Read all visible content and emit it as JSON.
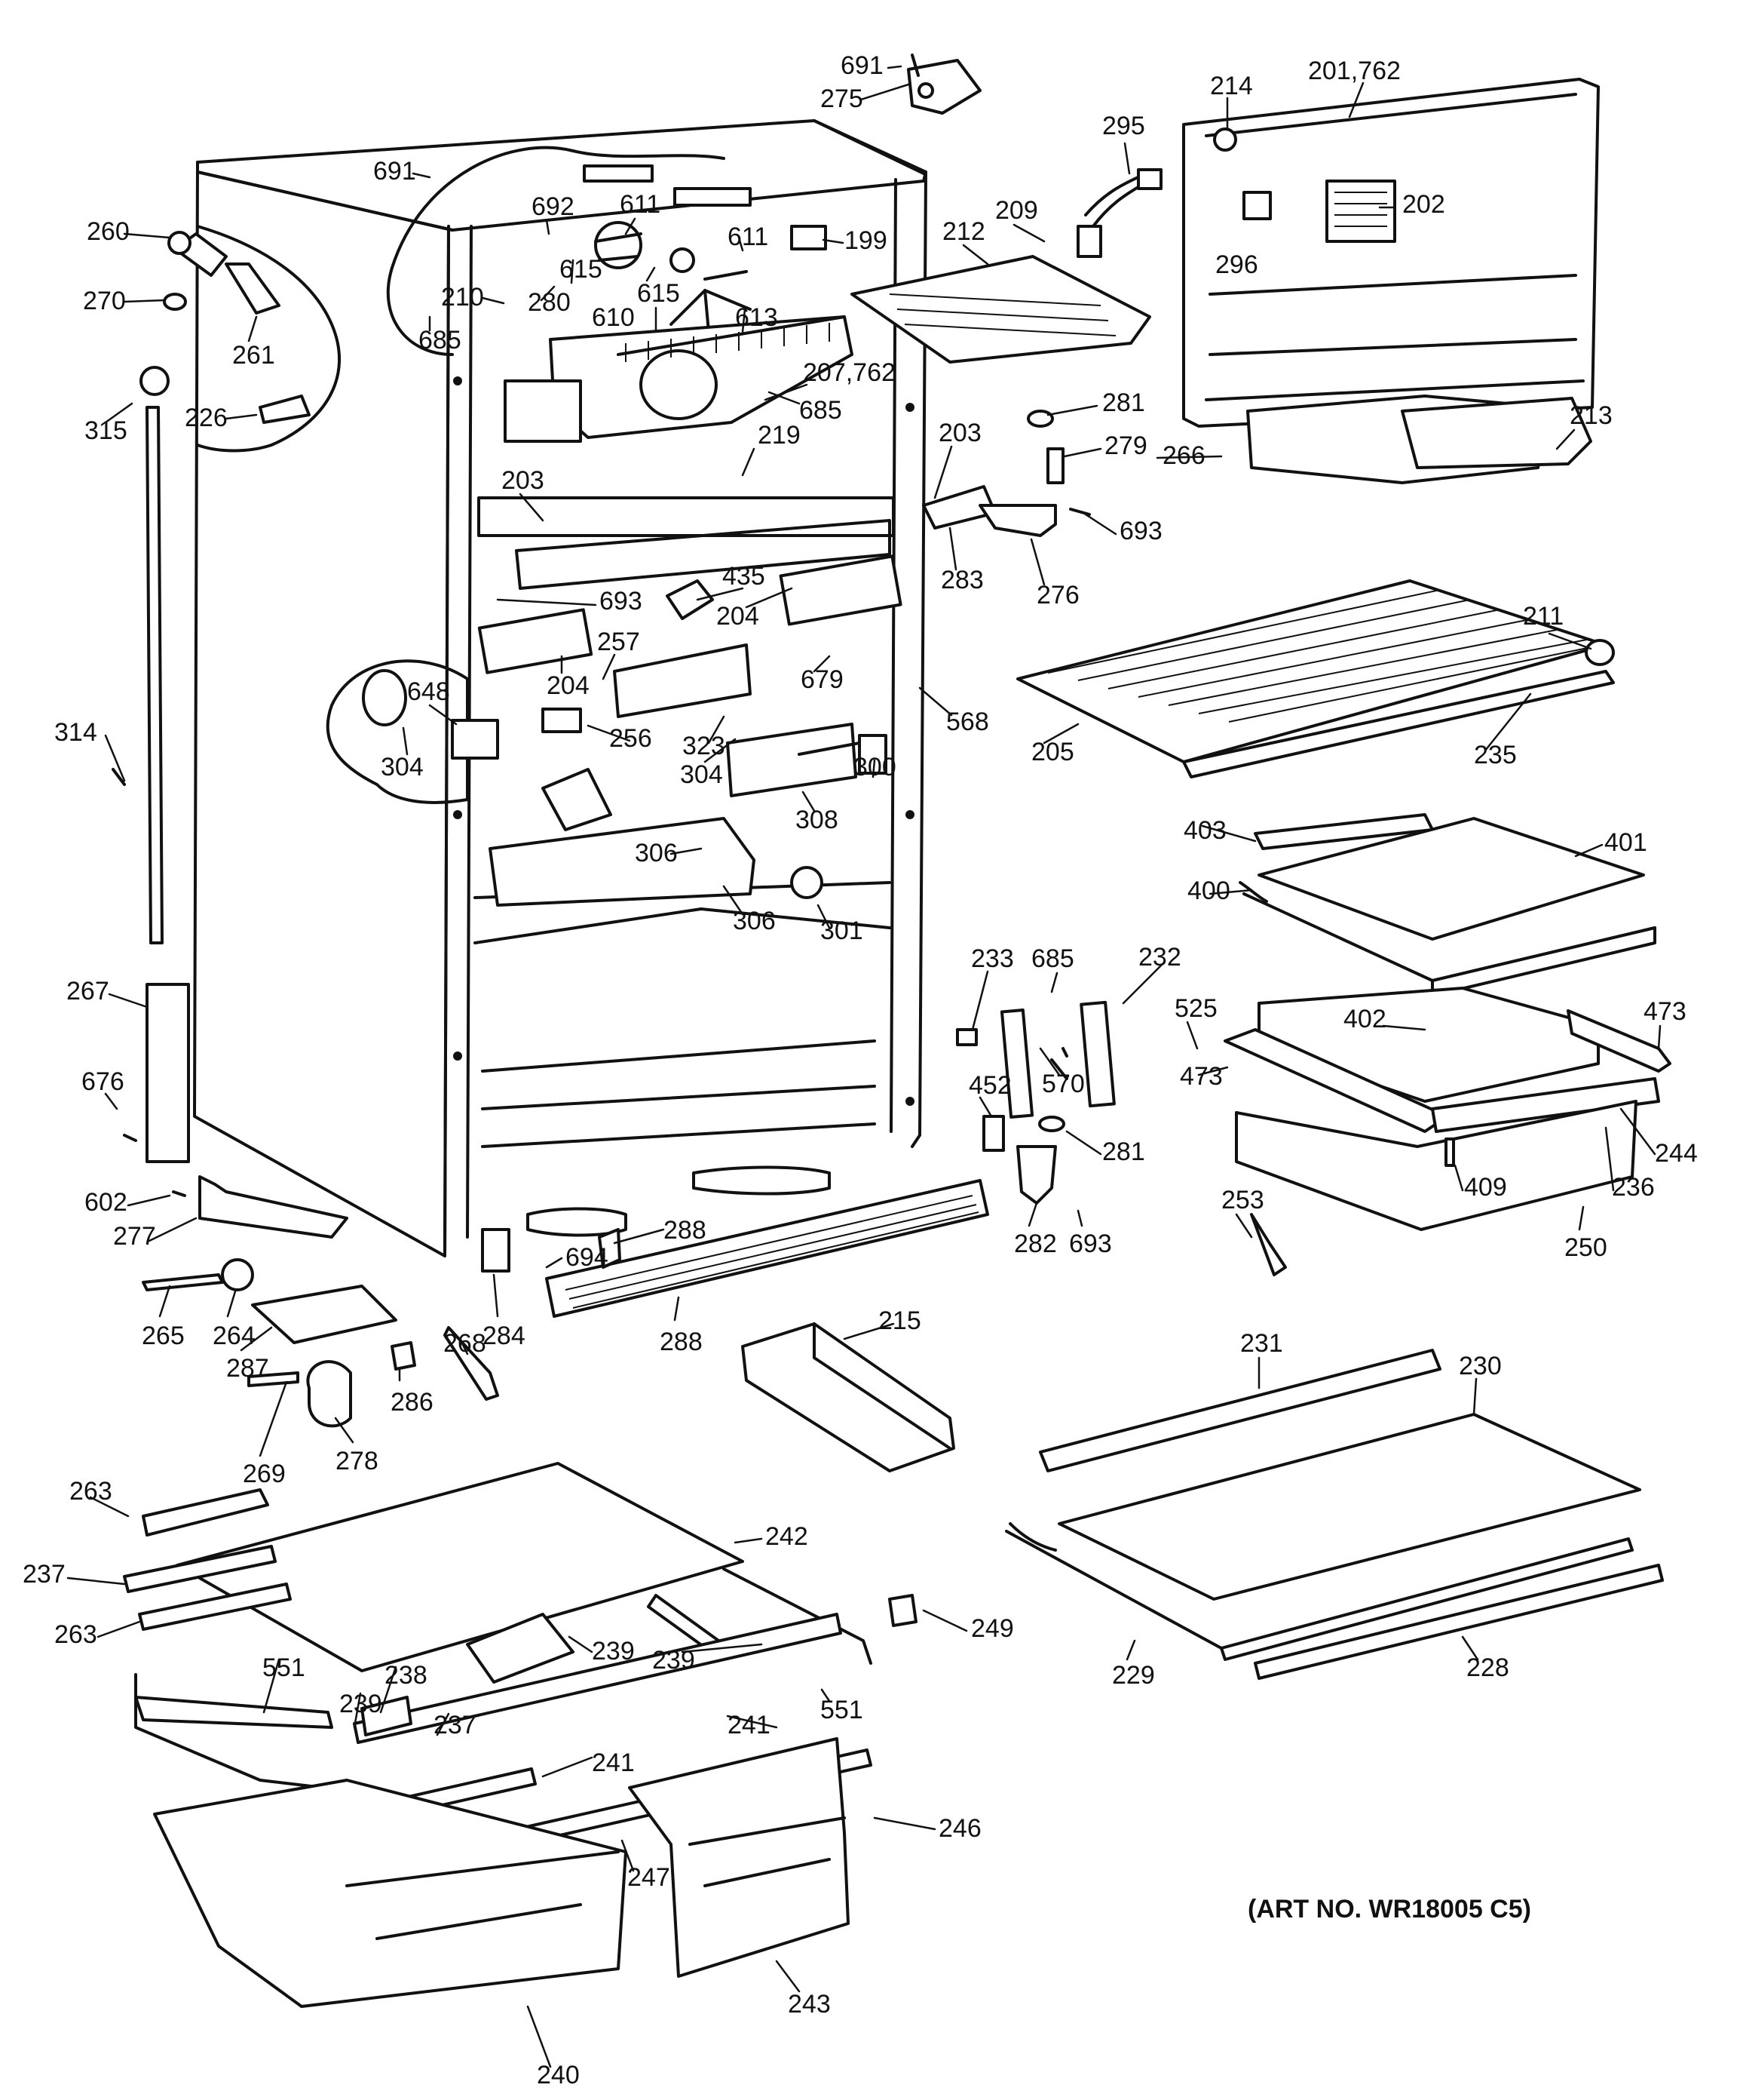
{
  "art_number": "(ART NO. WR18005 C5)",
  "colors": {
    "ink": "#111111",
    "paper": "#ffffff"
  },
  "part_labels": [
    {
      "id": "691-top",
      "text": "691"
    },
    {
      "id": "275",
      "text": "275"
    },
    {
      "id": "214",
      "text": "214"
    },
    {
      "id": "201-762",
      "text": "201,762"
    },
    {
      "id": "295",
      "text": "295"
    },
    {
      "id": "202",
      "text": "202"
    },
    {
      "id": "691-cab",
      "text": "691"
    },
    {
      "id": "692",
      "text": "692"
    },
    {
      "id": "611-a",
      "text": "611"
    },
    {
      "id": "611-b",
      "text": "611"
    },
    {
      "id": "199",
      "text": "199"
    },
    {
      "id": "209",
      "text": "209"
    },
    {
      "id": "212",
      "text": "212"
    },
    {
      "id": "296",
      "text": "296"
    },
    {
      "id": "260",
      "text": "260"
    },
    {
      "id": "270",
      "text": "270"
    },
    {
      "id": "615-a",
      "text": "615"
    },
    {
      "id": "615-b",
      "text": "615"
    },
    {
      "id": "210",
      "text": "210"
    },
    {
      "id": "280",
      "text": "280"
    },
    {
      "id": "610",
      "text": "610"
    },
    {
      "id": "613",
      "text": "613"
    },
    {
      "id": "685-a",
      "text": "685"
    },
    {
      "id": "261",
      "text": "261"
    },
    {
      "id": "207-762",
      "text": "207,762"
    },
    {
      "id": "685-b",
      "text": "685"
    },
    {
      "id": "281-a",
      "text": "281"
    },
    {
      "id": "213",
      "text": "213"
    },
    {
      "id": "315",
      "text": "315"
    },
    {
      "id": "226",
      "text": "226"
    },
    {
      "id": "219",
      "text": "219"
    },
    {
      "id": "203-a",
      "text": "203"
    },
    {
      "id": "279",
      "text": "279"
    },
    {
      "id": "266",
      "text": "266"
    },
    {
      "id": "203-b",
      "text": "203"
    },
    {
      "id": "693-a",
      "text": "693"
    },
    {
      "id": "283",
      "text": "283"
    },
    {
      "id": "276",
      "text": "276"
    },
    {
      "id": "435",
      "text": "435"
    },
    {
      "id": "693-b",
      "text": "693"
    },
    {
      "id": "204-a",
      "text": "204"
    },
    {
      "id": "211",
      "text": "211"
    },
    {
      "id": "257",
      "text": "257"
    },
    {
      "id": "648",
      "text": "648"
    },
    {
      "id": "204-b",
      "text": "204"
    },
    {
      "id": "679",
      "text": "679"
    },
    {
      "id": "568",
      "text": "568"
    },
    {
      "id": "314",
      "text": "314"
    },
    {
      "id": "256",
      "text": "256"
    },
    {
      "id": "323",
      "text": "323"
    },
    {
      "id": "205",
      "text": "205"
    },
    {
      "id": "235",
      "text": "235"
    },
    {
      "id": "304-a",
      "text": "304"
    },
    {
      "id": "304-b",
      "text": "304"
    },
    {
      "id": "300",
      "text": "300"
    },
    {
      "id": "308",
      "text": "308"
    },
    {
      "id": "403",
      "text": "403"
    },
    {
      "id": "401",
      "text": "401"
    },
    {
      "id": "306-a",
      "text": "306"
    },
    {
      "id": "400",
      "text": "400"
    },
    {
      "id": "306-b",
      "text": "306"
    },
    {
      "id": "301",
      "text": "301"
    },
    {
      "id": "233",
      "text": "233"
    },
    {
      "id": "685-c",
      "text": "685"
    },
    {
      "id": "232",
      "text": "232"
    },
    {
      "id": "267",
      "text": "267"
    },
    {
      "id": "525",
      "text": "525"
    },
    {
      "id": "473-a",
      "text": "473"
    },
    {
      "id": "402",
      "text": "402"
    },
    {
      "id": "570",
      "text": "570"
    },
    {
      "id": "473-b",
      "text": "473"
    },
    {
      "id": "676",
      "text": "676"
    },
    {
      "id": "452",
      "text": "452"
    },
    {
      "id": "281-b",
      "text": "281"
    },
    {
      "id": "244",
      "text": "244"
    },
    {
      "id": "409",
      "text": "409"
    },
    {
      "id": "236",
      "text": "236"
    },
    {
      "id": "602",
      "text": "602"
    },
    {
      "id": "253",
      "text": "253"
    },
    {
      "id": "277",
      "text": "277"
    },
    {
      "id": "282",
      "text": "282"
    },
    {
      "id": "693-c",
      "text": "693"
    },
    {
      "id": "250",
      "text": "250"
    },
    {
      "id": "288-a",
      "text": "288"
    },
    {
      "id": "694",
      "text": "694"
    },
    {
      "id": "265",
      "text": "265"
    },
    {
      "id": "264",
      "text": "264"
    },
    {
      "id": "284",
      "text": "284"
    },
    {
      "id": "288-b",
      "text": "288"
    },
    {
      "id": "215",
      "text": "215"
    },
    {
      "id": "268",
      "text": "268"
    },
    {
      "id": "287",
      "text": "287"
    },
    {
      "id": "286",
      "text": "286"
    },
    {
      "id": "231",
      "text": "231"
    },
    {
      "id": "230",
      "text": "230"
    },
    {
      "id": "269",
      "text": "269"
    },
    {
      "id": "278",
      "text": "278"
    },
    {
      "id": "263-a",
      "text": "263"
    },
    {
      "id": "242",
      "text": "242"
    },
    {
      "id": "237-a",
      "text": "237"
    },
    {
      "id": "263-b",
      "text": "263"
    },
    {
      "id": "239-a",
      "text": "239"
    },
    {
      "id": "249",
      "text": "249"
    },
    {
      "id": "239-b",
      "text": "239"
    },
    {
      "id": "551-a",
      "text": "551"
    },
    {
      "id": "238",
      "text": "238"
    },
    {
      "id": "229",
      "text": "229"
    },
    {
      "id": "228",
      "text": "228"
    },
    {
      "id": "239-c",
      "text": "239"
    },
    {
      "id": "237-b",
      "text": "237"
    },
    {
      "id": "551-b",
      "text": "551"
    },
    {
      "id": "241-a",
      "text": "241"
    },
    {
      "id": "241-b",
      "text": "241"
    },
    {
      "id": "246",
      "text": "246"
    },
    {
      "id": "247",
      "text": "247"
    },
    {
      "id": "243",
      "text": "243"
    },
    {
      "id": "240",
      "text": "240"
    }
  ]
}
